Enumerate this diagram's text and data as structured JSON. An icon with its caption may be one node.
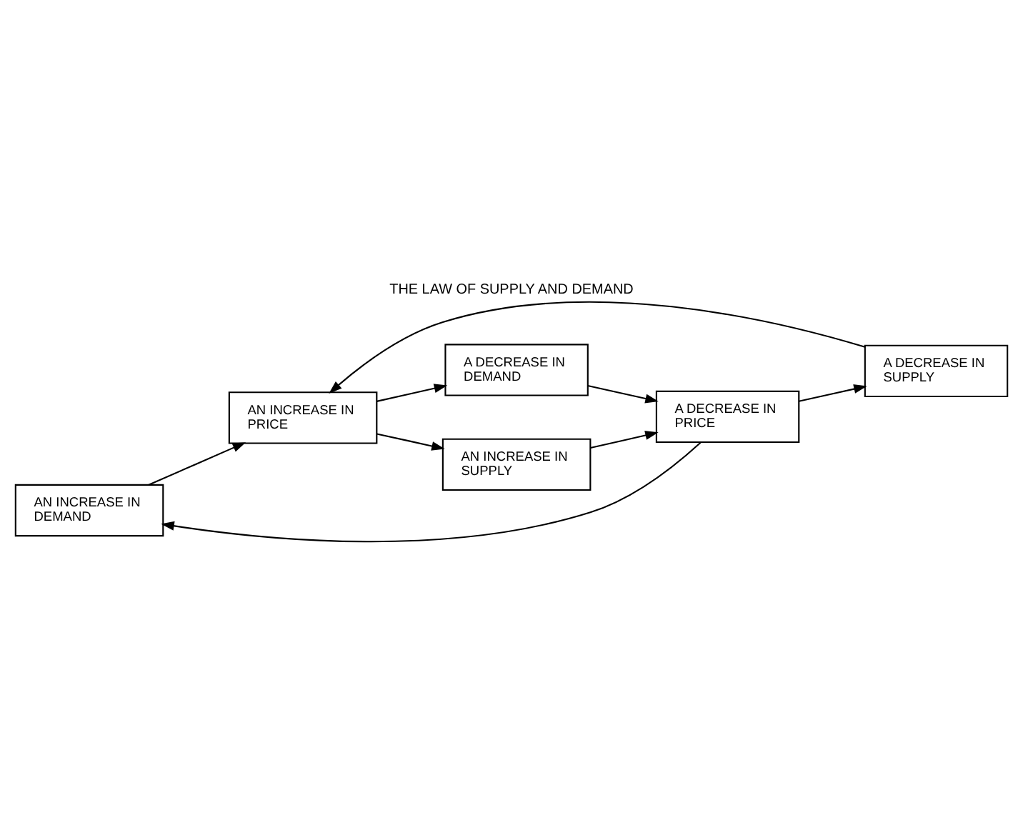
{
  "diagram": {
    "title": "THE LAW OF SUPPLY AND DEMAND",
    "nodes": [
      {
        "text": [
          "AN INCREASE IN DEMAND"
        ]
      },
      {
        "text": [
          "A DECREASE IN SUPPLY"
        ]
      },
      {
        "text": [
          "A DECREASE IN PRICE"
        ]
      },
      {
        "text": [
          "AN INCREASE IN PRICE"
        ]
      },
      {
        "text": [
          "A DECREASE IN DEMAND"
        ]
      },
      {
        "text": [
          "AN INCREASE IN SUPPLY"
        ]
      }
    ],
    "edges": [
      {
        "from": 2,
        "to": 0,
        "arrow": "to"
      },
      {
        "from": 2,
        "to": 1,
        "arrow": "to"
      },
      {
        "from": 0,
        "to": 3,
        "arrow": "to"
      },
      {
        "from": 1,
        "to": 3,
        "arrow": "to"
      },
      {
        "from": 3,
        "to": 4,
        "arrow": "to"
      },
      {
        "from": 3,
        "to": 5,
        "arrow": "to"
      },
      {
        "from": 4,
        "to": 2,
        "arrow": "to"
      },
      {
        "from": 5,
        "to": 2,
        "arrow": "to"
      }
    ]
  }
}
